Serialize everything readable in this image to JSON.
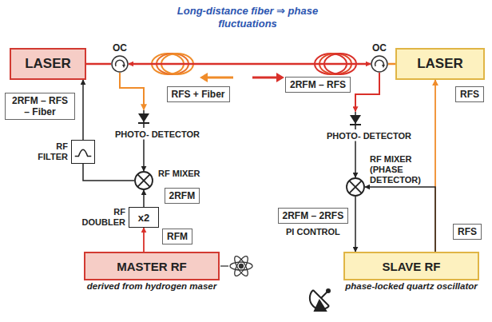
{
  "diagram": {
    "nodes": [
      {
        "text": [
          "LASER"
        ]
      },
      {
        "text": [
          "OC"
        ]
      },
      {
        "text": [
          "OC"
        ]
      },
      {
        "text": [
          "LASER"
        ]
      },
      {
        "text": [
          "2RFM – RFS – Fiber"
        ]
      },
      {
        "text": [
          "RFS + Fiber"
        ]
      },
      {
        "text": [
          "2RFM – RFS"
        ]
      },
      {
        "text": [
          "RFS"
        ]
      },
      {
        "text": [
          "PHOTO- DETECTOR"
        ]
      },
      {
        "text": [
          "PHOTO- DETECTOR"
        ]
      },
      {
        "text": [
          "RF FILTER"
        ]
      },
      {
        "text": [
          "RF MIXER"
        ]
      },
      {
        "text": [
          "2RFM"
        ]
      },
      {
        "text": [
          "RF MIXER (PHASE DETECTOR)"
        ]
      },
      {
        "text": [
          "x2",
          "RF DOUBLER"
        ]
      },
      {
        "text": [
          "RFM"
        ]
      },
      {
        "text": [
          "2RFM – 2RFS"
        ]
      },
      {
        "text": [
          "RFS"
        ]
      },
      {
        "text": [
          "MASTER RF",
          "derived from hydrogen maser"
        ]
      },
      {
        "text": [
          "SLAVE RF",
          "phase-locked quartz oscillator"
        ]
      }
    ],
    "edges": [
      {
        "from": 0,
        "to": 1,
        "arrow": "none"
      },
      {
        "from": 1,
        "to": 2,
        "arrow": "both"
      },
      {
        "from": 3,
        "to": 2,
        "arrow": "none"
      },
      {
        "from": 1,
        "to": 8,
        "arrow": "to"
      },
      {
        "from": 2,
        "to": 9,
        "arrow": "to"
      },
      {
        "from": 8,
        "to": 11,
        "arrow": "to"
      },
      {
        "from": 9,
        "to": 13,
        "arrow": "to"
      },
      {
        "from": 18,
        "to": 14,
        "arrow": "to"
      },
      {
        "from": 14,
        "to": 11,
        "arrow": "to"
      },
      {
        "from": 11,
        "to": 10,
        "arrow": "none"
      },
      {
        "from": 10,
        "to": 0,
        "arrow": "to"
      },
      {
        "from": 13,
        "to": 19,
        "arrow": "to"
      },
      {
        "from": 19,
        "to": 3,
        "arrow": "to"
      },
      {
        "from": 19,
        "to": 13,
        "arrow": "to"
      }
    ],
    "labels": [
      "Long-distance fiber ⇒ phase fluctuations",
      "PI CONTROL"
    ]
  }
}
